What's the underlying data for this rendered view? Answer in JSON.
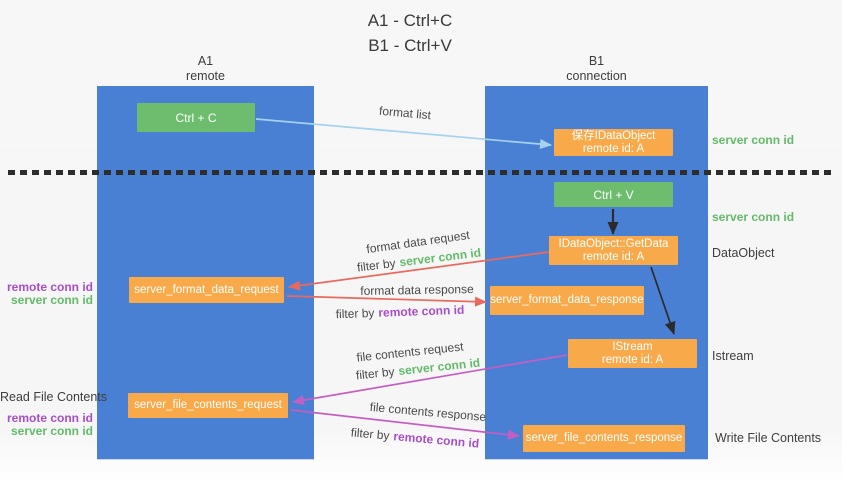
{
  "title": {
    "line1": "A1 - Ctrl+C",
    "line2": "B1 - Ctrl+V"
  },
  "lanes": {
    "left": {
      "name": "A1",
      "role": "remote"
    },
    "right": {
      "name": "B1",
      "role": "connection"
    }
  },
  "boxes": {
    "ctrl_c": {
      "label": "Ctrl + C"
    },
    "ctrl_v": {
      "label": "Ctrl + V"
    },
    "save_dataobject": {
      "line1": "保存IDataObject",
      "line2": "remote id: A"
    },
    "getdata": {
      "line1": "IDataObject::GetData",
      "line2": "remote id: A"
    },
    "istream": {
      "line1": "IStream",
      "line2": "remote id: A"
    },
    "format_request": {
      "label": "server_format_data_request"
    },
    "format_response": {
      "label": "server_format_data_response"
    },
    "file_request": {
      "label": "server_file_contents_request"
    },
    "file_response": {
      "label": "server_file_contents_response"
    }
  },
  "arrows": {
    "format_list": {
      "label": "format list"
    },
    "format_data_request": {
      "label": "format data request",
      "filter_prefix": "filter by",
      "filter_key": "server conn id"
    },
    "format_data_response": {
      "label": "format data response",
      "filter_prefix": "filter by",
      "filter_key": "remote conn id"
    },
    "file_contents_request": {
      "label": "file contents request",
      "filter_prefix": "filter by",
      "filter_key": "server conn id"
    },
    "file_contents_response": {
      "label": "file contents response",
      "filter_prefix": "filter by",
      "filter_key": "remote conn id"
    }
  },
  "side_labels": {
    "server_conn_id_top": "server conn id",
    "server_conn_id_mid": "server conn id",
    "dataobject": "DataObject",
    "istream": "Istream",
    "write_file_contents": "Write File Contents",
    "read_file_contents": "Read File Contents",
    "left_remote_conn_id_1": "remote conn id",
    "left_server_conn_id_1": "server conn id",
    "left_remote_conn_id_2": "remote conn id",
    "left_server_conn_id_2": "server conn id"
  },
  "colors": {
    "lane_blue": "#4a80d4",
    "box_green": "#6ebd6e",
    "box_orange": "#f8a94a",
    "arrow_lightblue": "#a4d2ef",
    "arrow_red": "#e96a5c",
    "arrow_magenta": "#c45fc2",
    "arrow_black": "#2b2b2b",
    "text_green": "#63bb6a",
    "text_purple": "#a64fc6",
    "dash_dark": "#2d2d2d"
  }
}
